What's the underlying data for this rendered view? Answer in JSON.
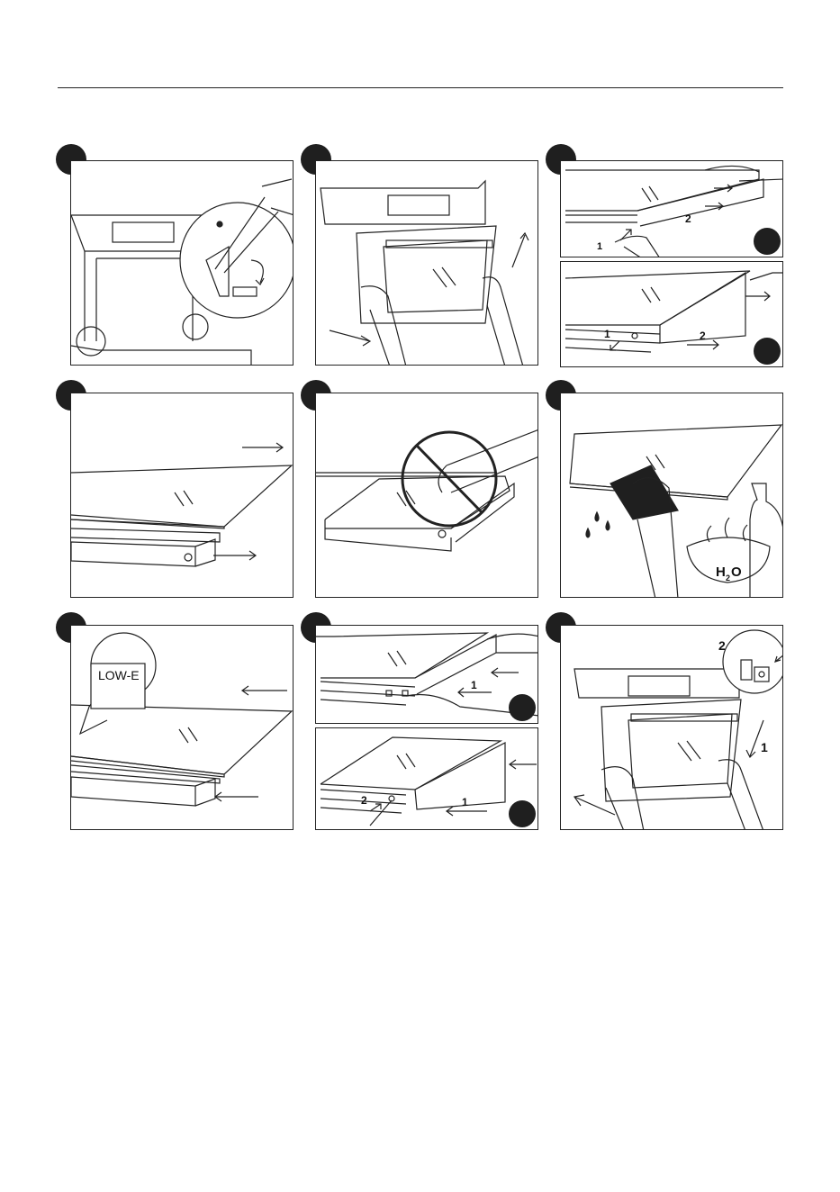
{
  "panels": {
    "p7": {
      "callout_text": "LOW-E"
    },
    "p6": {
      "bowl_text": "H",
      "bowl_sub": "2",
      "bowl_text2": "O"
    },
    "steps": {
      "one": "1",
      "two": "2"
    }
  }
}
